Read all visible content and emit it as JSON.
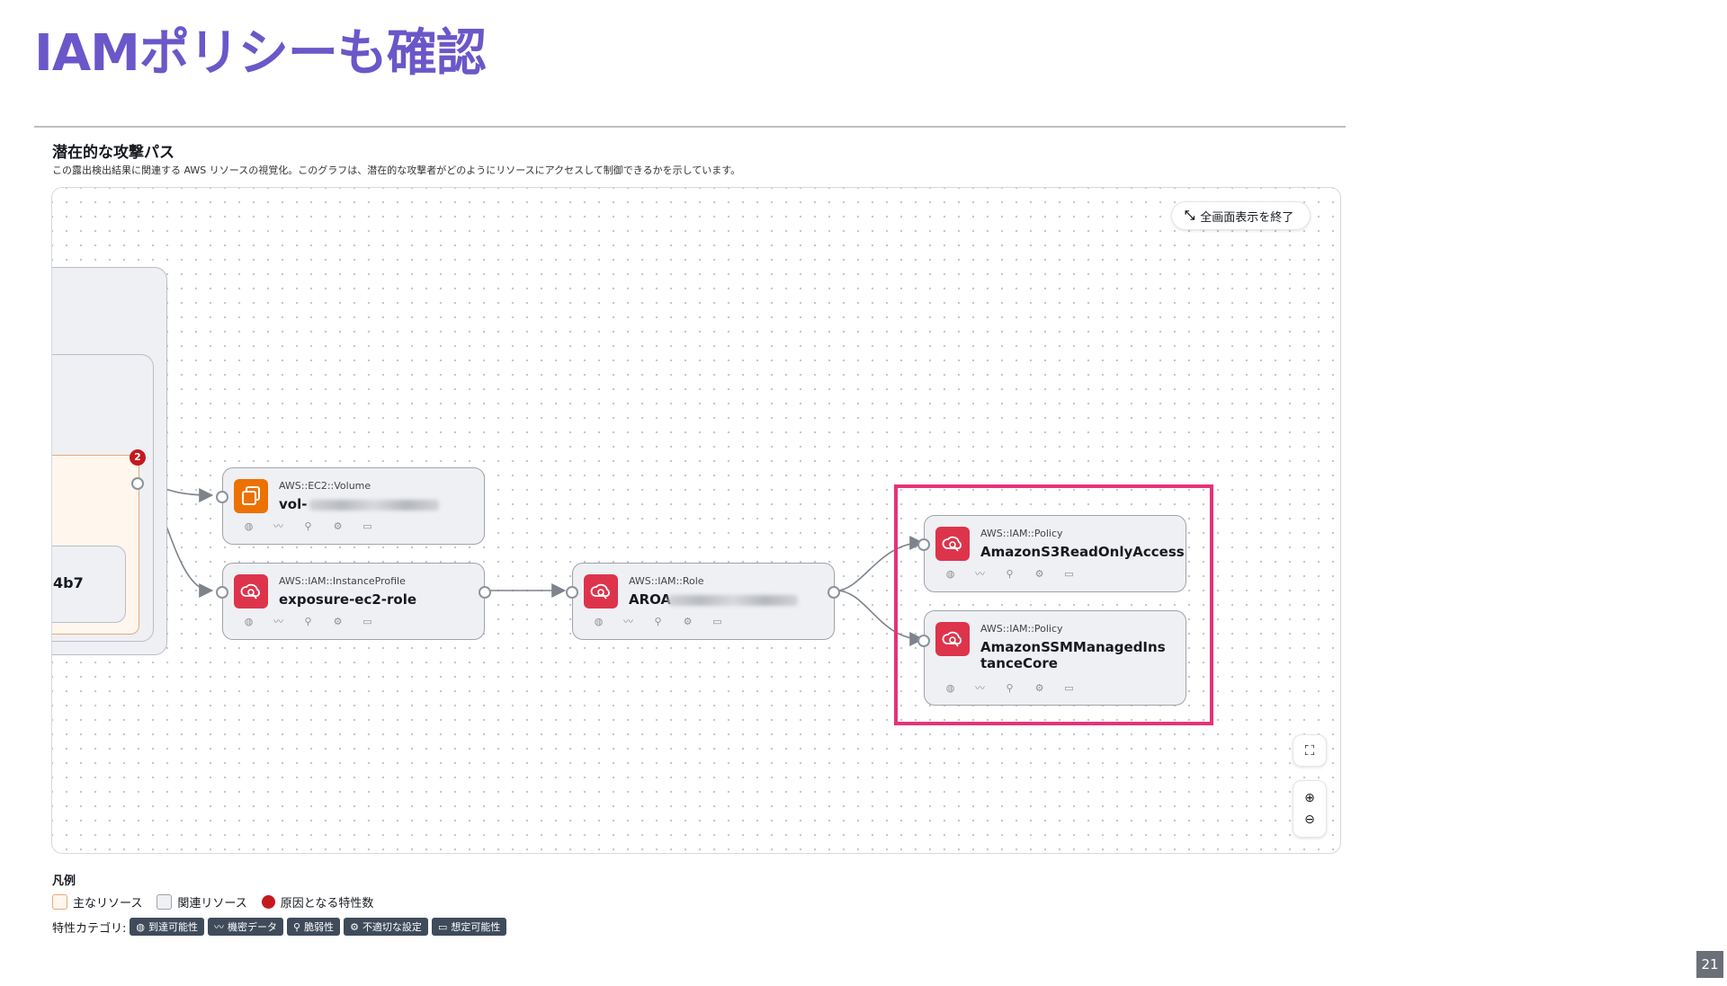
{
  "slide": {
    "title": "IAMポリシーも確認",
    "page_number": "21"
  },
  "section": {
    "heading": "潜在的な攻撃パス",
    "description": "この露出検出結果に関連する AWS リソースの視覚化。このグラフは、潜在的な攻撃者がどのようにリソースにアクセスして制御できるかを示しています。"
  },
  "graph": {
    "exit_fullscreen_label": "全画面表示を終了",
    "primary_partial_label": "4b7",
    "badge_count": "2",
    "nodes": {
      "volume": {
        "type": "AWS::EC2::Volume",
        "name": "vol-",
        "icon": "ec2-volume-icon"
      },
      "instance_profile": {
        "type": "AWS::IAM::InstanceProfile",
        "name": "exposure-ec2-role",
        "icon": "iam-icon"
      },
      "role": {
        "type": "AWS::IAM::Role",
        "name": "AROA",
        "icon": "iam-icon"
      },
      "policy_s3": {
        "type": "AWS::IAM::Policy",
        "name": "AmazonS3ReadOnlyAccess",
        "icon": "iam-icon"
      },
      "policy_ssm": {
        "type": "AWS::IAM::Policy",
        "name": "AmazonSSMManagedInstanceCore",
        "icon": "iam-icon"
      }
    },
    "highlight_color": "#e6337a"
  },
  "legend": {
    "title": "凡例",
    "primary": "主なリソース",
    "related": "関連リソース",
    "cause": "原因となる特性数",
    "category_label": "特性カテゴリ:",
    "categories": [
      "到達可能性",
      "機密データ",
      "脆弱性",
      "不適切な設定",
      "想定可能性"
    ]
  }
}
